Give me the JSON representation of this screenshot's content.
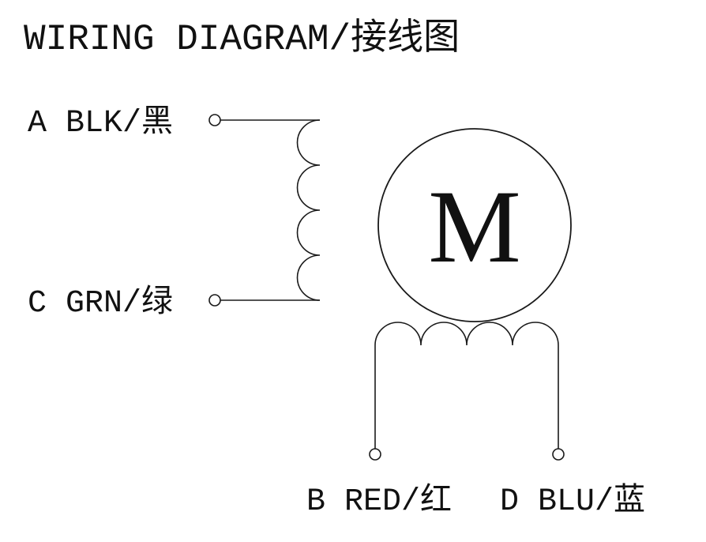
{
  "title": "WIRING DIAGRAM/接线图",
  "motor": {
    "label": "M"
  },
  "terminals": {
    "a": {
      "label": "A BLK/黑"
    },
    "c": {
      "label": "C GRN/绿"
    },
    "b": {
      "label": "B RED/红"
    },
    "d": {
      "label": "D BLU/蓝"
    }
  },
  "colors": {
    "line": "#1a1a1a",
    "background": "#ffffff"
  }
}
